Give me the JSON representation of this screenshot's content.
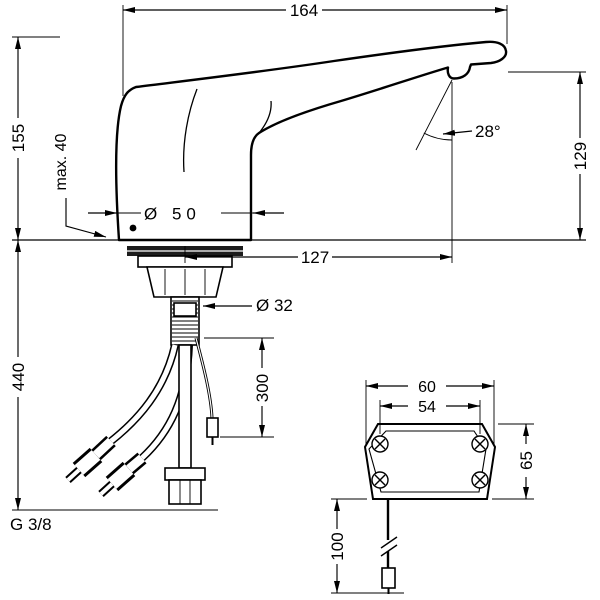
{
  "main_view": {
    "dim_total_length": "164",
    "dim_total_height": "155",
    "dim_max_mounting_thickness": "max. 40",
    "dim_base_diameter": "Ø 50",
    "dim_spray_angle": "28°",
    "dim_spout_height": "129",
    "dim_spout_reach": "127",
    "dim_shank_diameter": "Ø 32",
    "dim_hose_length": "300",
    "dim_installation_depth": "440",
    "thread_size": "G 3/8"
  },
  "detail_view": {
    "dim_plate_width": "60",
    "dim_hole_spacing": "54",
    "dim_plate_height": "65",
    "dim_cable_length": "100"
  }
}
